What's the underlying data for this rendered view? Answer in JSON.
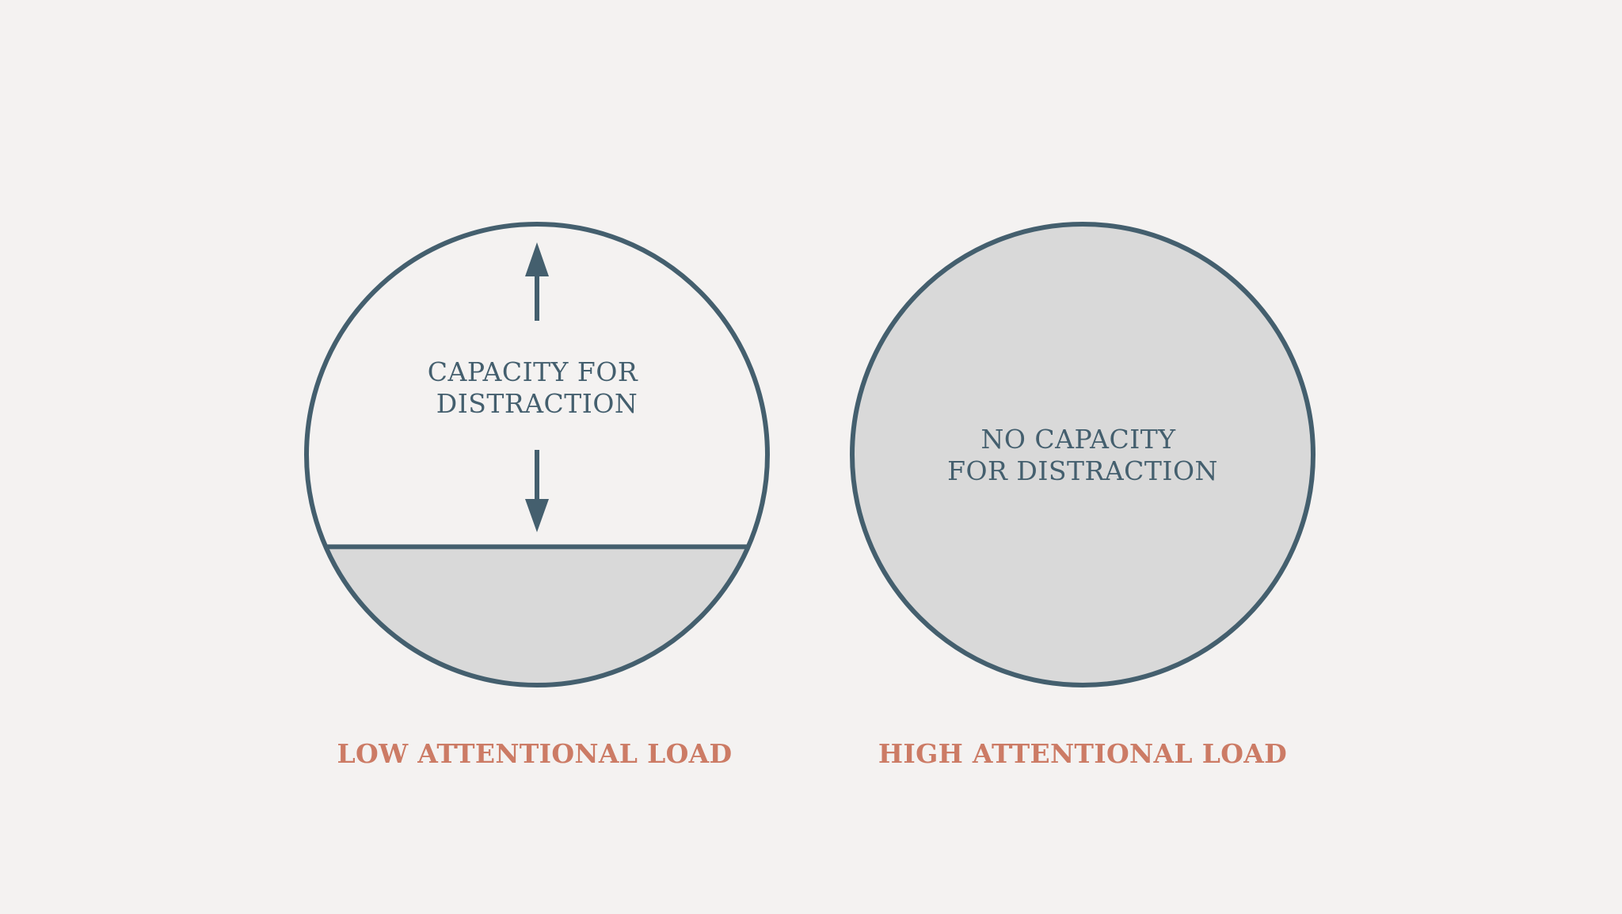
{
  "colors": {
    "background": "#f4f2f1",
    "outline": "#445f6e",
    "fill": "#d9d9d9",
    "caption": "#cc7b65",
    "label": "#445f6e"
  },
  "diagrams": [
    {
      "id": "low",
      "inner_label_lines": [
        "CAPACITY FOR",
        "DISTRACTION"
      ],
      "caption": "LOW ATTENTIONAL LOAD",
      "fill_level": 0.3
    },
    {
      "id": "high",
      "inner_label_lines": [
        "NO CAPACITY",
        "FOR DISTRACTION"
      ],
      "caption": "HIGH ATTENTIONAL LOAD",
      "fill_level": 1.0
    }
  ]
}
